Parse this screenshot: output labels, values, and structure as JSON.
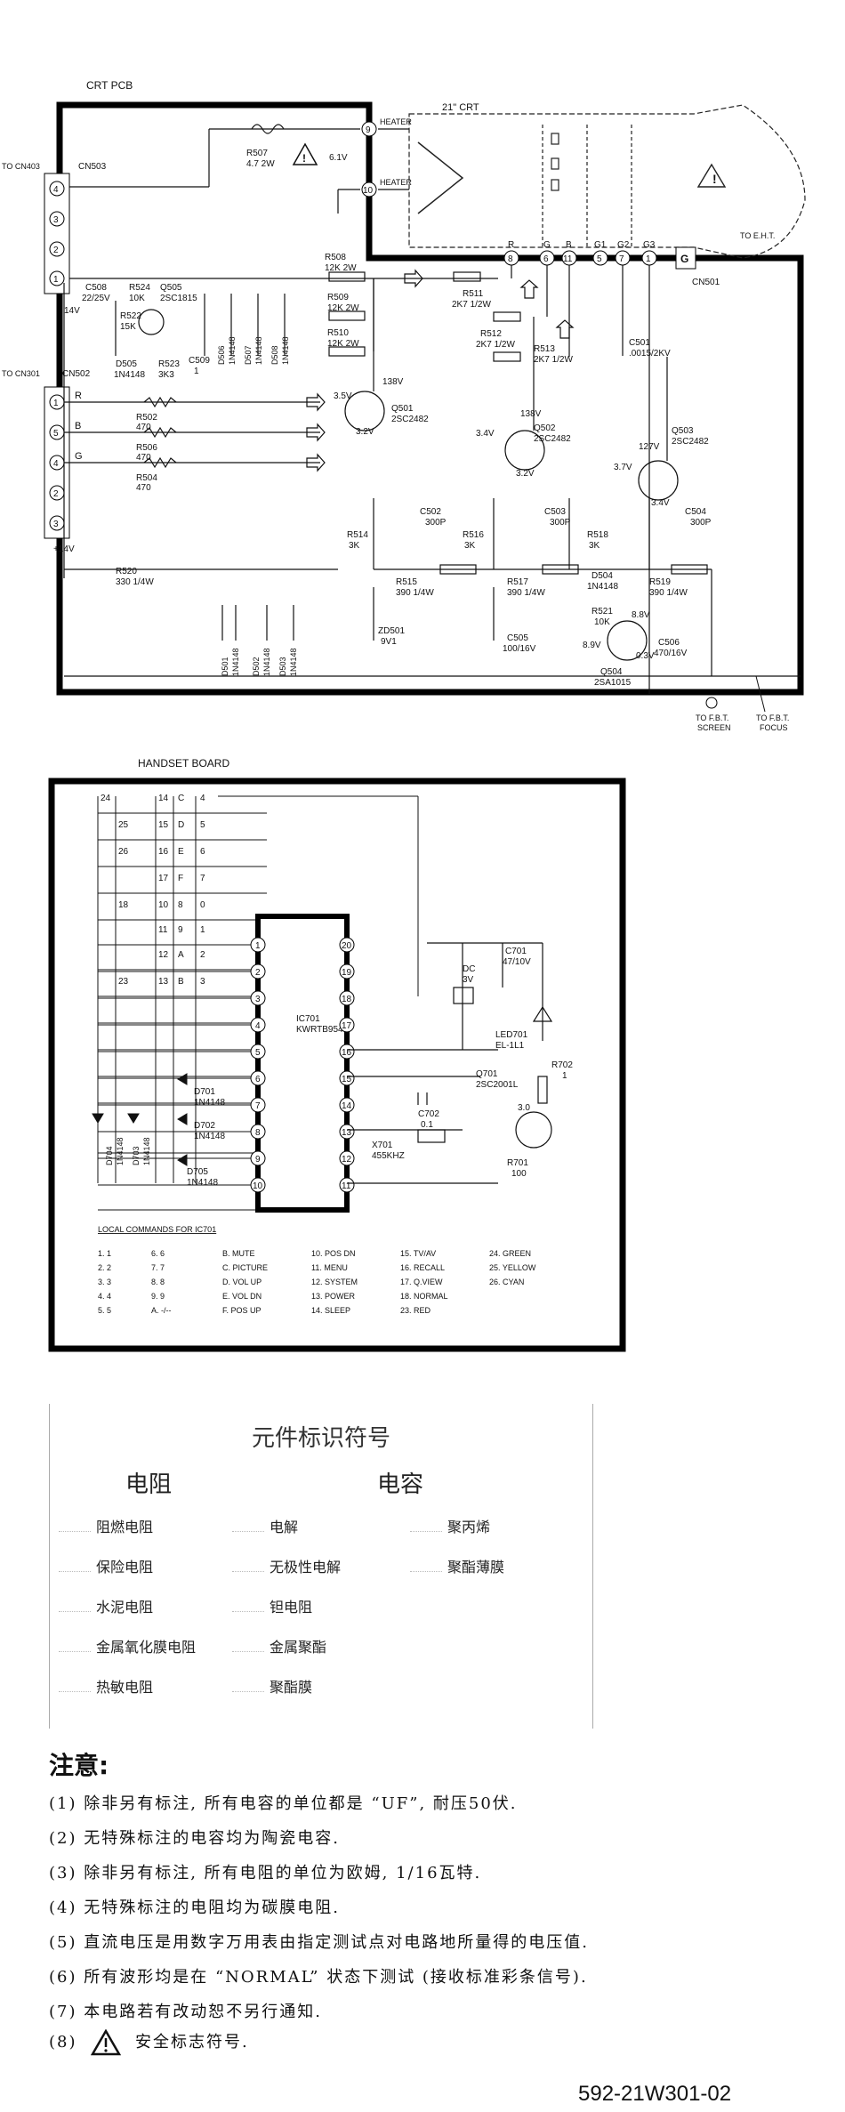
{
  "crt_board": {
    "title": "CRT PCB",
    "crt_label": "21\" CRT",
    "heater_label": "HEATER",
    "heater_voltage": "6.1V",
    "cn503": "CN503",
    "to_cn403": "TO CN403",
    "to_cn301": "TO CN301",
    "cn502": "CN502",
    "cn501": "CN501",
    "to_eht": "TO E.H.T.",
    "to_fbt_screen": [
      "TO F.B.T.",
      "SCREEN"
    ],
    "to_fbt_focus": [
      "TO F.B.T.",
      "FOCUS"
    ],
    "supply_14v": "14V",
    "supply_14v_b": "+14V",
    "pins_cn503": [
      "4",
      "3",
      "2",
      "1"
    ],
    "pins_cn502": [
      "R",
      "B",
      "G"
    ],
    "pins_cn502_nums": [
      "1",
      "5",
      "4",
      "2",
      "3"
    ],
    "crt_pins": [
      "R",
      "G",
      "B",
      "G1",
      "G2",
      "G3"
    ],
    "crt_pin_nums": [
      "9",
      "10",
      "8",
      "6",
      "11",
      "5",
      "7",
      "1"
    ],
    "components": {
      "r507": [
        "R507",
        "4.7  2W"
      ],
      "r508": [
        "R508",
        "12K  2W"
      ],
      "r509": [
        "R509",
        "12K  2W"
      ],
      "r510": [
        "R510",
        "12K  2W"
      ],
      "r511": [
        "R511",
        "2K7  1/2W"
      ],
      "r512": [
        "R512",
        "2K7  1/2W"
      ],
      "r513": [
        "R513",
        "2K7  1/2W"
      ],
      "c508": [
        "C508",
        "22/25V"
      ],
      "r524": [
        "R524",
        "10K"
      ],
      "q505": [
        "Q505",
        "2SC1815"
      ],
      "r522": [
        "R522",
        "15K"
      ],
      "r523": [
        "R523",
        "3K3"
      ],
      "d505": [
        "D505",
        "1N4148"
      ],
      "c509": [
        "C509",
        "1"
      ],
      "d506": [
        "D506",
        "1N4148"
      ],
      "d507": [
        "D507",
        "1N4148"
      ],
      "d508": [
        "D508",
        "1N4148"
      ],
      "r502": [
        "R502",
        "470"
      ],
      "r506": [
        "R506",
        "470"
      ],
      "r504": [
        "R504",
        "470"
      ],
      "q501": [
        "Q501",
        "2SC2482"
      ],
      "q502": [
        "Q502",
        "2SC2482"
      ],
      "q503": [
        "Q503",
        "2SC2482"
      ],
      "c501": [
        "C501",
        ".0015/2KV"
      ],
      "c502": [
        "C502",
        "300P"
      ],
      "c503": [
        "C503",
        "300P"
      ],
      "c504": [
        "C504",
        "300P"
      ],
      "r514": [
        "R514",
        "3K"
      ],
      "r516": [
        "R516",
        "3K"
      ],
      "r518": [
        "R518",
        "3K"
      ],
      "r520": [
        "R520",
        "330  1/4W"
      ],
      "r515": [
        "R515",
        "390  1/4W"
      ],
      "r517": [
        "R517",
        "390  1/4W"
      ],
      "r519": [
        "R519",
        "390  1/4W"
      ],
      "d504": [
        "D504",
        "1N4148"
      ],
      "r521": [
        "R521",
        "10K"
      ],
      "zd501": [
        "ZD501",
        "9V1"
      ],
      "c505": [
        "C505",
        "100/16V"
      ],
      "c506": [
        "C506",
        "470/16V"
      ],
      "q504": [
        "Q504",
        "2SA1015"
      ],
      "d501": [
        "D501",
        "1N4148"
      ],
      "d502": [
        "D502",
        "1N4148"
      ],
      "d503": [
        "D503",
        "1N4148"
      ]
    },
    "voltages": {
      "q501_c": "138V",
      "q501_b": "3.5V",
      "q501_e": "3.2V",
      "q502_c": "138V",
      "q502_b": "3.4V",
      "q502_e": "3.2V",
      "q503_c": "127V",
      "q503_b": "3.7V",
      "q503_e": "3.4V",
      "q504_b": "8.9V",
      "q504_c": "8.8V",
      "q504_e": "0.3V"
    }
  },
  "handset_board": {
    "title": "HANDSET BOARD",
    "ic": [
      "IC701",
      "KWRTB9540"
    ],
    "left_pins": [
      "1",
      "2",
      "3",
      "4",
      "5",
      "6",
      "7",
      "8",
      "9",
      "10"
    ],
    "right_pins": [
      "20",
      "19",
      "18",
      "17",
      "16",
      "15",
      "14",
      "13",
      "12",
      "11"
    ],
    "matrix_keys": [
      "24",
      "14",
      "C",
      "4",
      "25",
      "15",
      "D",
      "5",
      "26",
      "16",
      "E",
      "6",
      "17",
      "F",
      "7",
      "18",
      "10",
      "8",
      "0",
      "11",
      "9",
      "1",
      "12",
      "A",
      "2",
      "23",
      "13",
      "B",
      "3"
    ],
    "components": {
      "dc": [
        "DC",
        "3V"
      ],
      "c701": [
        "C701",
        "47/10V"
      ],
      "led701": [
        "LED701",
        "EL-1L1"
      ],
      "q701": [
        "Q701",
        "2SC2001L"
      ],
      "r702": [
        "R702",
        "1"
      ],
      "c702": [
        "C702",
        "0.1"
      ],
      "x701": [
        "X701",
        "455KHZ"
      ],
      "r701": [
        "R701",
        "100"
      ],
      "d701": [
        "D701",
        "1N4148"
      ],
      "d702": [
        "D702",
        "1N4148"
      ],
      "d703": [
        "D703",
        "1N4148"
      ],
      "d704": [
        "D704",
        "1N4148"
      ],
      "d705": [
        "D705",
        "1N4148"
      ]
    },
    "q701_voltage": "3.0",
    "local_commands_title": "LOCAL COMMANDS FOR IC701",
    "commands": [
      [
        "1.  1",
        "6.  6",
        "B.  MUTE",
        "10. POS DN",
        "15. TV/AV",
        "24. GREEN"
      ],
      [
        "2.  2",
        "7.  7",
        "C.  PICTURE",
        "11. MENU",
        "16. RECALL",
        "25. YELLOW"
      ],
      [
        "3.  3",
        "8.  8",
        "D.  VOL UP",
        "12. SYSTEM",
        "17. Q.VIEW",
        "26. CYAN"
      ],
      [
        "4.  4",
        "9.  9",
        "E.  VOL DN",
        "13. POWER",
        "18. NORMAL",
        ""
      ],
      [
        "5.  5",
        "A.  -/--",
        "F.  POS UP",
        "14. SLEEP",
        "23. RED",
        ""
      ]
    ]
  },
  "legend": {
    "title": "元件标识符号",
    "resistor_header": "电阻",
    "capacitor_header": "电容",
    "resistors": [
      "阻燃电阻",
      "保险电阻",
      "水泥电阻",
      "金属氧化膜电阻",
      "热敏电阻"
    ],
    "capacitors_a": [
      "电解",
      "无极性电解",
      "钽电阻",
      "金属聚酯",
      "聚酯膜"
    ],
    "capacitors_b": [
      "聚丙烯",
      "聚酯薄膜"
    ]
  },
  "notes": {
    "title": "注意:",
    "items": [
      "(1)  除非另有标注, 所有电容的单位都是 “UF”, 耐压50伏.",
      "(2)  无特殊标注的电容均为陶瓷电容.",
      "(3)  除非另有标注, 所有电阻的单位为欧姆, 1/16瓦特.",
      "(4)  无特殊标注的电阻均为碳膜电阻.",
      "(5)  直流电压是用数字万用表由指定测试点对电路地所量得的电压值.",
      "(6)  所有波形均是在 “NORMAL” 状态下测试 (接收标准彩条信号).",
      "(7)  本电路若有改动恕不另行通知.",
      "(8)"
    ],
    "item8_text": "安全标志符号."
  },
  "doc_number": "592-21W301-02"
}
